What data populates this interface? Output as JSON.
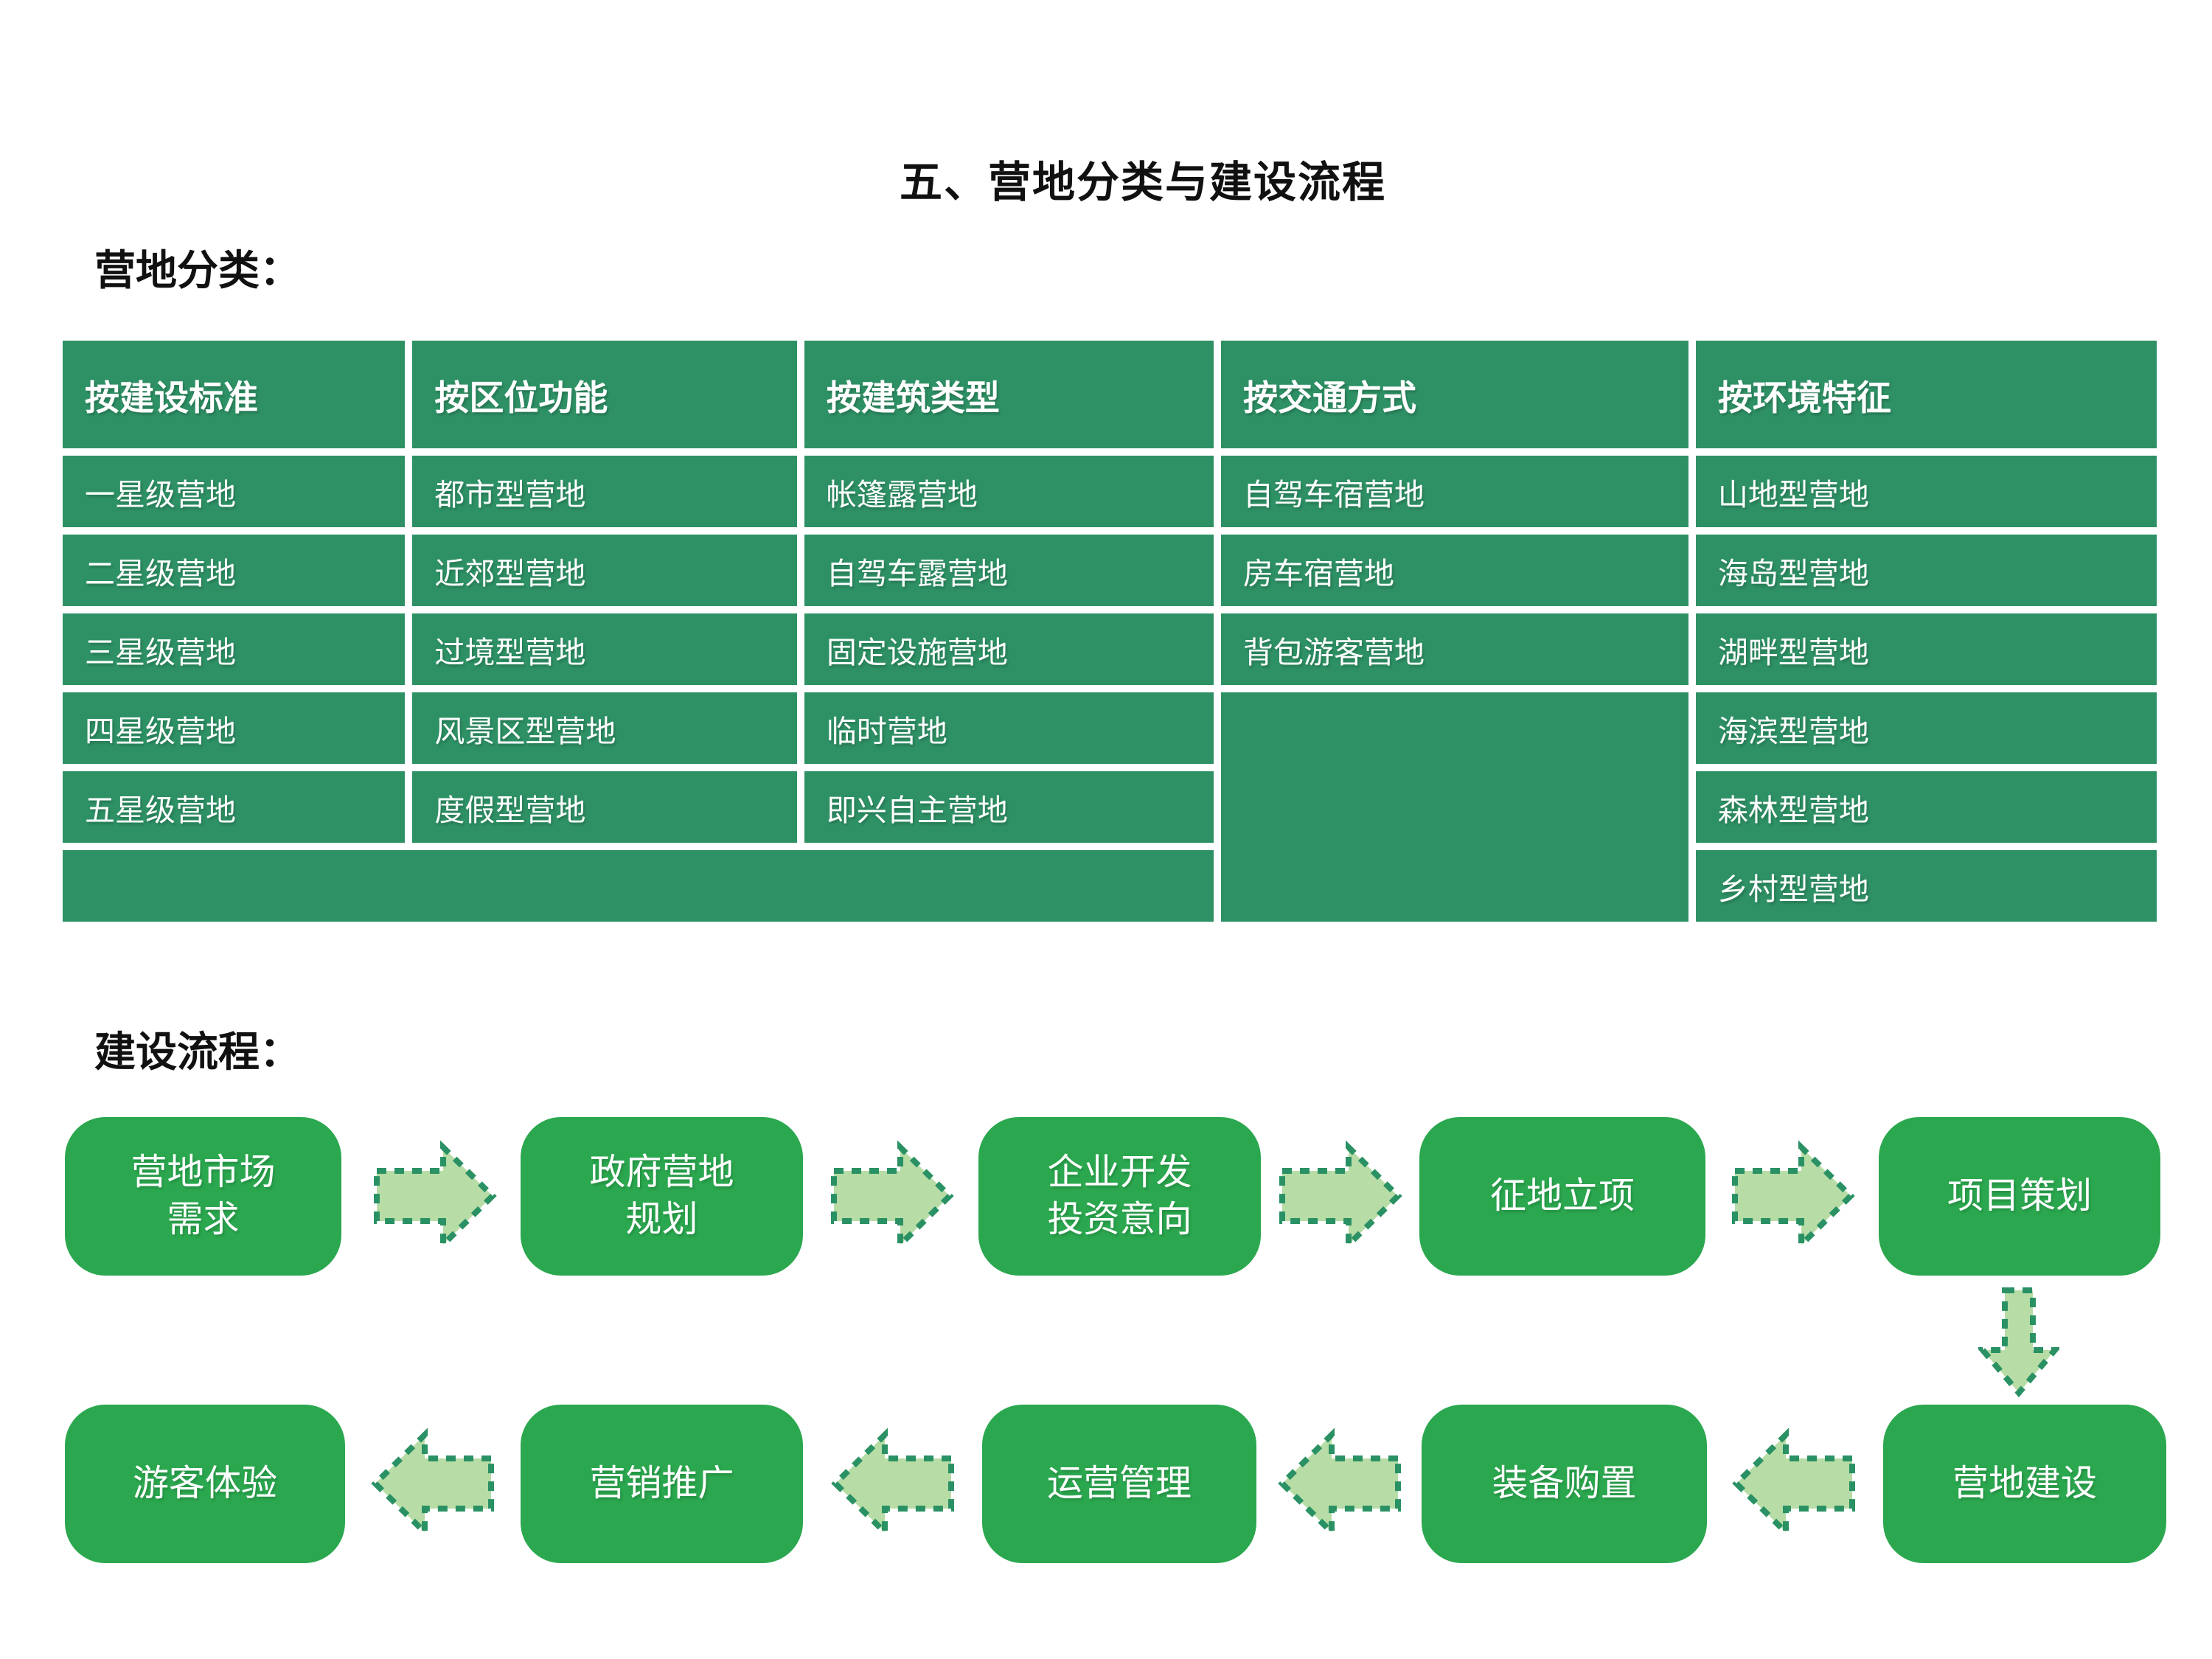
{
  "page": {
    "title": "五、营地分类与建设流程"
  },
  "colors": {
    "table_cell_green": "#2E9165",
    "flow_box_green": "#2BA84F",
    "arrow_fill": "#B7DCA5",
    "arrow_border": "#2A9164",
    "heading_black": "#111111"
  },
  "classification": {
    "label": "营地分类：",
    "table": {
      "headers": [
        "按建设标准",
        "按区位功能",
        "按建筑类型",
        "按交通方式",
        "按环境特征"
      ],
      "col1": [
        "一星级营地",
        "二星级营地",
        "三星级营地",
        "四星级营地",
        "五星级营地"
      ],
      "col2": [
        "都市型营地",
        "近郊型营地",
        "过境型营地",
        "风景区型营地",
        "度假型营地"
      ],
      "col3": [
        "帐篷露营地",
        "自驾车露营地",
        "固定设施营地",
        "临时营地",
        "即兴自主营地"
      ],
      "col4": [
        "自驾车宿营地",
        "房车宿营地",
        "背包游客营地"
      ],
      "col5": [
        "山地型营地",
        "海岛型营地",
        "湖畔型营地",
        "海滨型营地",
        "森林型营地",
        "乡村型营地"
      ]
    }
  },
  "process": {
    "label": "建设流程：",
    "row1": [
      {
        "line1": "营地市场",
        "line2": "需求"
      },
      {
        "line1": "政府营地",
        "line2": "规划"
      },
      {
        "line1": "企业开发",
        "line2": "投资意向"
      },
      {
        "line1": "征地立项"
      },
      {
        "line1": "项目策划"
      }
    ],
    "row2": [
      {
        "line1": "游客体验"
      },
      {
        "line1": "营销推广"
      },
      {
        "line1": "运营管理"
      },
      {
        "line1": "装备购置"
      },
      {
        "line1": "营地建设"
      }
    ]
  }
}
